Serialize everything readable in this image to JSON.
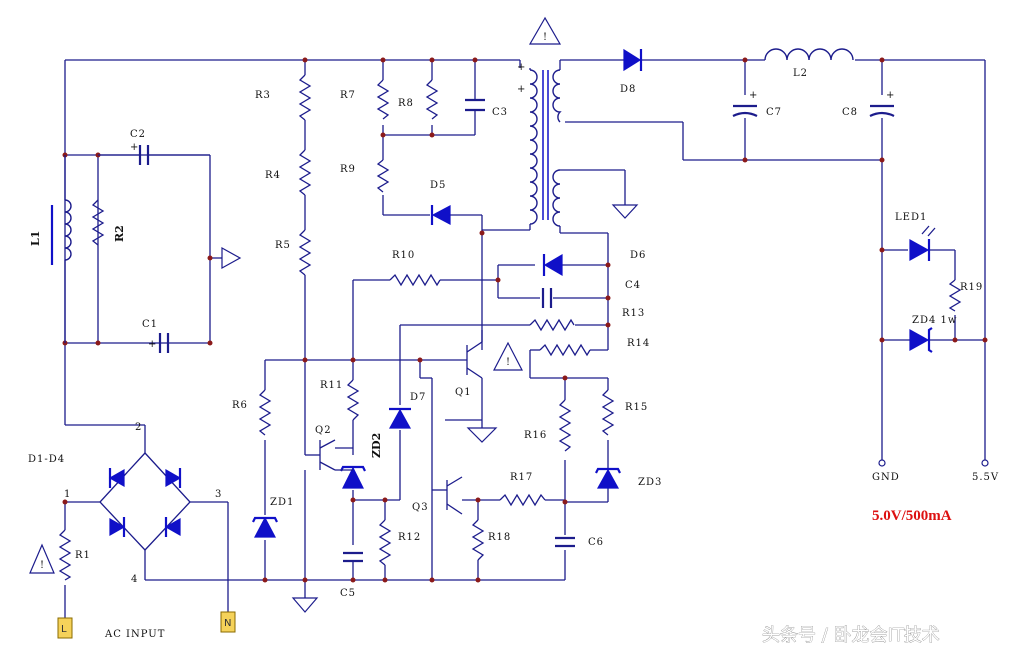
{
  "labels": {
    "L1": "L1",
    "R2": "R2",
    "C2": "C2",
    "C1": "C1",
    "R3": "R3",
    "R4": "R4",
    "R5": "R5",
    "R6": "R6",
    "R7": "R7",
    "R8": "R8",
    "R9": "R9",
    "C3": "C3",
    "D5": "D5",
    "R10": "R10",
    "D6": "D6",
    "C4": "C4",
    "R13": "R13",
    "R14": "R14",
    "Q1": "Q1",
    "R11": "R11",
    "Q2": "Q2",
    "ZD2": "ZD2",
    "D7": "D7",
    "ZD1": "ZD1",
    "R12": "R12",
    "C5": "C5",
    "Q3": "Q3",
    "R18": "R18",
    "R16": "R16",
    "R15": "R15",
    "R17": "R17",
    "ZD3": "ZD3",
    "C6": "C6",
    "D8": "D8",
    "L2": "L2",
    "C7": "C7",
    "C8": "C8",
    "LED1": "LED1",
    "R19": "R19",
    "ZD4": "ZD4 1w",
    "GND": "GND",
    "V55": "5.5V",
    "R1": "R1",
    "D1D4": "D1-D4",
    "ACINPUT": "AC INPUT",
    "pin1": "1",
    "pin2": "2",
    "pin3": "3",
    "pin4": "4",
    "plus": "+",
    "term_L": "L",
    "term_N": "N",
    "warn": "!"
  },
  "spec_text": "5.0V/500mA",
  "watermark": "头条号 / 卧龙会IT技术",
  "colors": {
    "wire": "#1c1c8c",
    "diode": "#1010c8",
    "spec": "#d11111",
    "terminal": "#f5d25a"
  }
}
